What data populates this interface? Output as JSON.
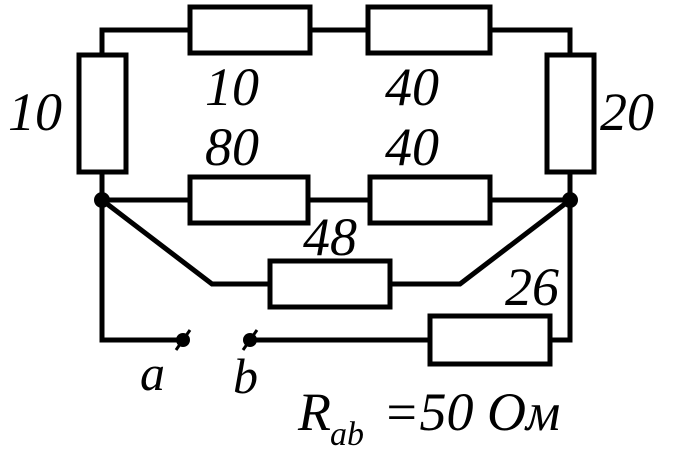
{
  "resistors": {
    "left_vertical": "10",
    "top_left": "10",
    "top_right": "40",
    "right_vertical": "20",
    "middle_left": "80",
    "middle_right": "40",
    "lower": "48",
    "bottom_right": "26"
  },
  "terminals": {
    "a": "a",
    "b": "b"
  },
  "result": {
    "symbol": "R",
    "subscript": "ab",
    "value": "=50 Ом"
  }
}
